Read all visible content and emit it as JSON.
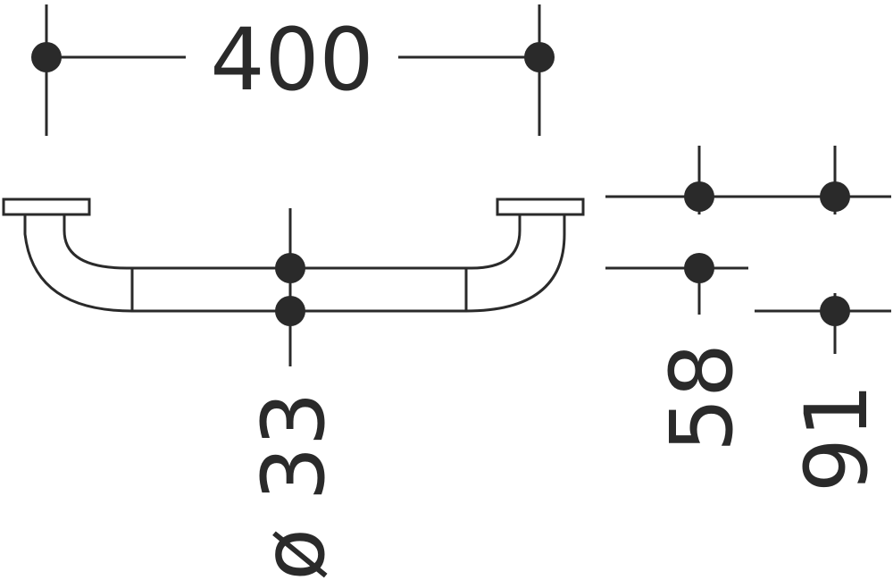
{
  "dimensions": {
    "length": "400",
    "diameter": "ø 33",
    "projection_a": "58",
    "projection_b": "91"
  },
  "colors": {
    "ink": "#2a2a2a",
    "background": "#ffffff"
  }
}
